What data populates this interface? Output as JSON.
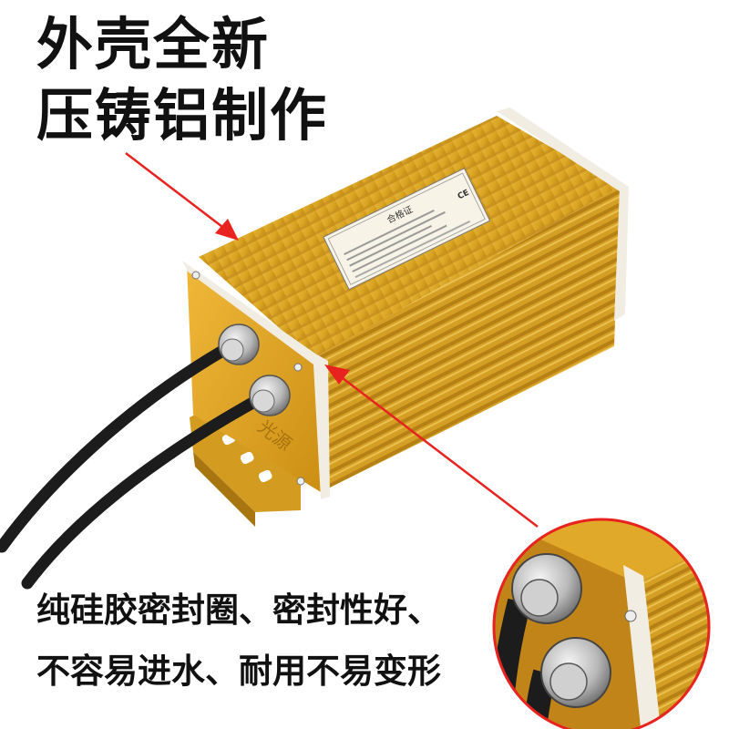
{
  "headline": {
    "line1": "外壳全新",
    "line2": "压铸铝制作"
  },
  "caption": {
    "line1": "纯硅胶密封圈、密封性好、",
    "line2": "不容易进水、耐用不易变形"
  },
  "label": {
    "title": "合格证",
    "mark": "CE"
  },
  "side_print": "光源",
  "colors": {
    "aluminum_gold": "#d9a521",
    "aluminum_dark": "#a87510",
    "arrow": "#e8231f",
    "cable": "#1c1c1c",
    "text": "#111111",
    "seal": "#f2ede2"
  }
}
